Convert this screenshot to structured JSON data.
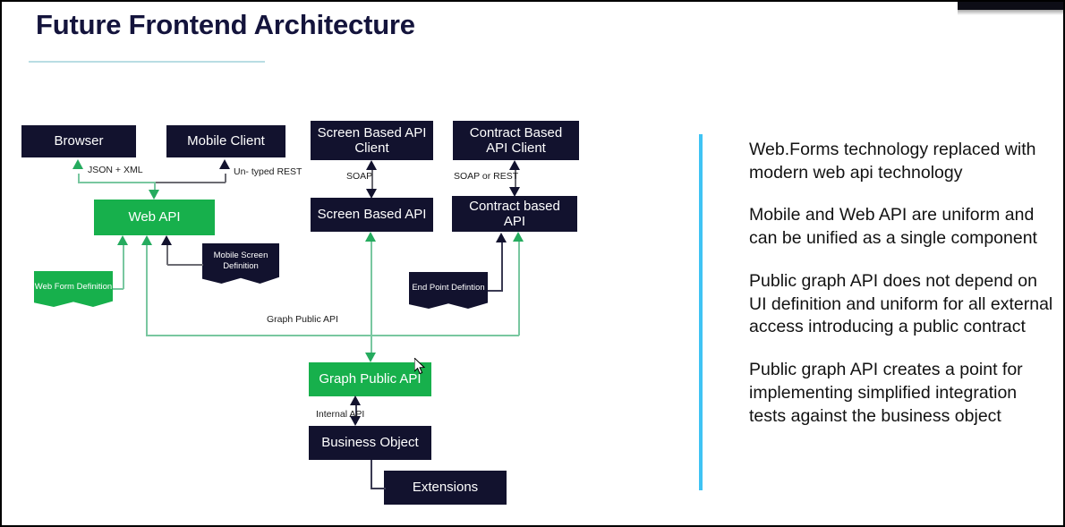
{
  "slide": {
    "title": "Future Frontend Architecture"
  },
  "colors": {
    "dark_navy": "#12122e",
    "green": "#17b04c",
    "accent_cyan": "#3fc3f4",
    "title_rule": "#b9dde3",
    "title_text": "#14143c"
  },
  "diagram": {
    "nodes": [
      {
        "id": "browser",
        "label": "Browser",
        "style": "dark"
      },
      {
        "id": "mobile-client",
        "label": "Mobile Client",
        "style": "dark"
      },
      {
        "id": "screen-based-api-client",
        "label": "Screen Based API Client",
        "style": "dark"
      },
      {
        "id": "contract-based-api-client",
        "label": "Contract Based API Client",
        "style": "dark"
      },
      {
        "id": "web-api",
        "label": "Web API",
        "style": "green"
      },
      {
        "id": "screen-based-api",
        "label": "Screen Based API",
        "style": "dark"
      },
      {
        "id": "contract-based-api",
        "label": "Contract based API",
        "style": "dark"
      },
      {
        "id": "graph-public-api",
        "label": "Graph Public API",
        "style": "green"
      },
      {
        "id": "business-object",
        "label": "Business Object",
        "style": "dark"
      },
      {
        "id": "extensions",
        "label": "Extensions",
        "style": "dark"
      }
    ],
    "documents": [
      {
        "id": "web-form-definition",
        "label": "Web Form Definition",
        "style": "green"
      },
      {
        "id": "mobile-screen-definition",
        "label": "Mobile Screen Definition",
        "style": "dark"
      },
      {
        "id": "end-point-definition",
        "label": "End Point Defintion",
        "style": "dark"
      }
    ],
    "edge_labels": [
      {
        "id": "json-xml",
        "label": "JSON + XML"
      },
      {
        "id": "un-typed-rest",
        "label": "Un- typed REST"
      },
      {
        "id": "soap",
        "label": "SOAP"
      },
      {
        "id": "soap-or-rest",
        "label": "SOAP or REST"
      },
      {
        "id": "graph-public-api",
        "label": "Graph Public API"
      },
      {
        "id": "internal-api",
        "label": "Internal API"
      }
    ]
  },
  "notes": [
    "Web.Forms technology replaced with modern web api technology",
    "Mobile and Web API are uniform and can be unified as a single component",
    "Public graph API does not depend on UI definition and uniform for all external access introducing a public contract",
    "Public graph API creates a point for implementing simplified integration tests against the business object"
  ]
}
